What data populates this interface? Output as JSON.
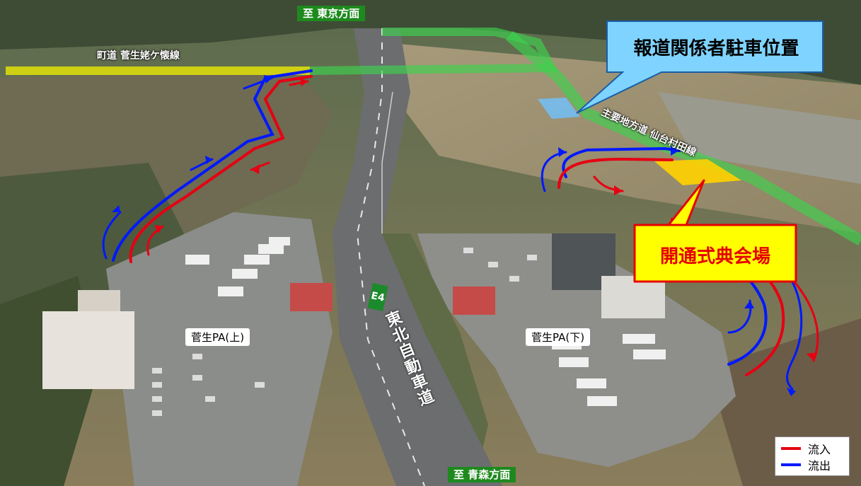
{
  "directions": {
    "north": "至 東京方面",
    "south": "至 青森方面"
  },
  "roads": {
    "town_road": "町道 菅生姥ケ懐線",
    "prefectural_road": "主要地方道 仙台村田線",
    "expressway_route_number": "E4",
    "expressway_name": "東北自動車道"
  },
  "parking_areas": {
    "up": "菅生PA(上)",
    "down": "菅生PA(下)"
  },
  "callouts": {
    "press_parking": "報道関係者駐車位置",
    "ceremony_venue": "開通式典会場"
  },
  "legend": {
    "inflow": "流入",
    "outflow": "流出"
  },
  "colors": {
    "inflow": "#e60012",
    "outflow": "#0019ff",
    "sign_green": "#1e8a1e",
    "town_road_highlight": "#f3f200",
    "prefectural_road_highlight": "#3dd24d",
    "press_callout_fill": "#7fd4ff",
    "ceremony_callout_fill": "#ffff00",
    "ceremony_area_fill": "#ffd200"
  }
}
